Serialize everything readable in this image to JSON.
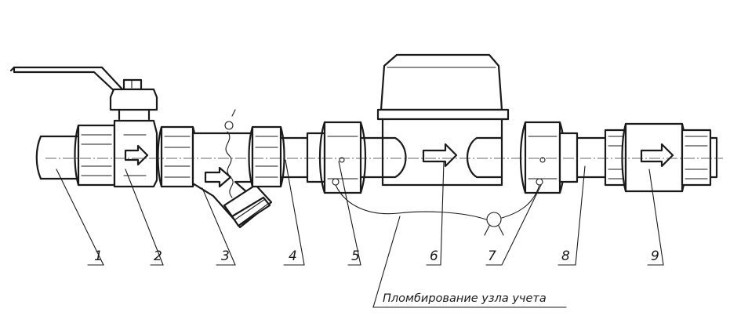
{
  "callouts": [
    {
      "number": "1"
    },
    {
      "number": "2"
    },
    {
      "number": "3"
    },
    {
      "number": "4"
    },
    {
      "number": "5"
    },
    {
      "number": "6"
    },
    {
      "number": "7"
    },
    {
      "number": "8"
    },
    {
      "number": "9"
    }
  ],
  "caption": "Пломбирование узла учета",
  "colors": {
    "line": "#1a1a1a",
    "background": "#ffffff"
  }
}
